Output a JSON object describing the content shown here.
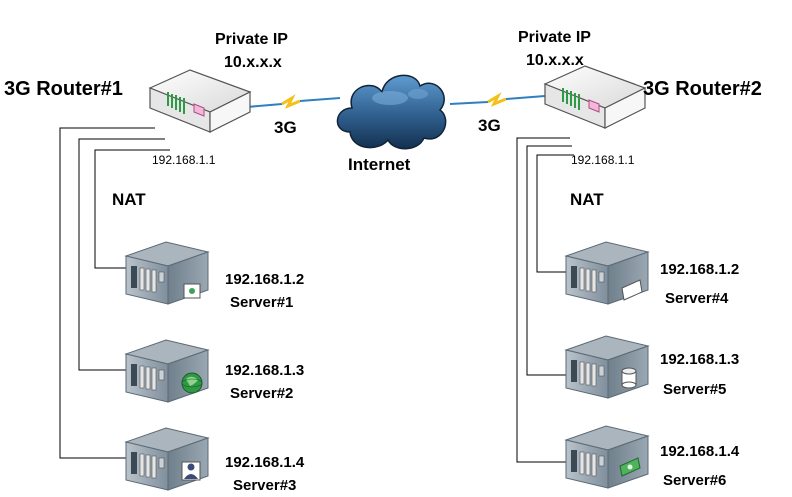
{
  "left": {
    "router_label": "3G Router#1",
    "private_ip_label": "Private IP",
    "private_ip_value": "10.x.x.x",
    "link_label": "3G",
    "lan_ip": "192.168.1.1",
    "nat_label": "NAT",
    "servers": [
      {
        "ip": "192.168.1.2",
        "name": "Server#1",
        "badge": "certificate-icon"
      },
      {
        "ip": "192.168.1.3",
        "name": "Server#2",
        "badge": "globe-icon"
      },
      {
        "ip": "192.168.1.4",
        "name": "Server#3",
        "badge": "user-icon"
      }
    ]
  },
  "right": {
    "router_label": "3G Router#2",
    "private_ip_label": "Private IP",
    "private_ip_value": "10.x.x.x",
    "link_label": "3G",
    "lan_ip": "192.168.1.1",
    "nat_label": "NAT",
    "servers": [
      {
        "ip": "192.168.1.2",
        "name": "Server#4",
        "badge": "document-icon"
      },
      {
        "ip": "192.168.1.3",
        "name": "Server#5",
        "badge": "database-icon"
      },
      {
        "ip": "192.168.1.4",
        "name": "Server#6",
        "badge": "money-icon"
      }
    ]
  },
  "cloud_label": "Internet",
  "colors": {
    "line": "#000000",
    "wireless": "#f2c21b",
    "link_line": "#2f7fc1",
    "cloud_dark": "#1f3d5e",
    "cloud_light": "#4e88bd",
    "server_body": "#8b9aa6",
    "router_body": "#f4f4f4",
    "router_led": "#33a64a"
  }
}
